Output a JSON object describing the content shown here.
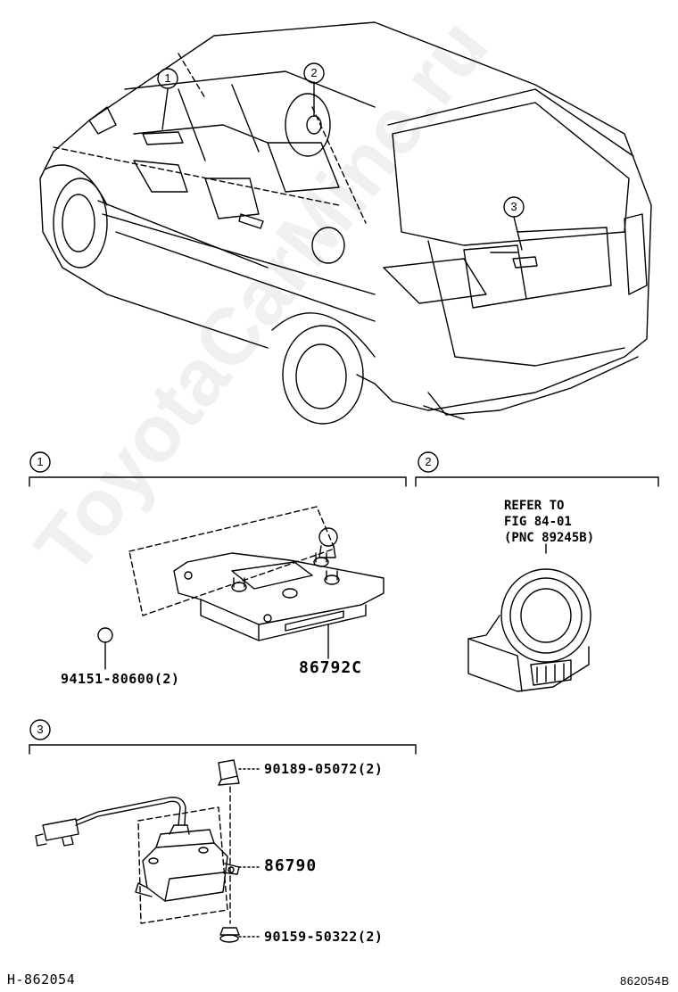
{
  "callouts": {
    "c1": "1",
    "c2": "2",
    "c3": "3"
  },
  "sections": {
    "s1": {
      "number": "1"
    },
    "s2": {
      "number": "2"
    },
    "s3": {
      "number": "3"
    }
  },
  "parts": {
    "p_94151": "94151-80600(2)",
    "p_86792C": "86792C",
    "p_90189": "90189-05072(2)",
    "p_86790": "86790",
    "p_90159": "90159-50322(2)"
  },
  "refer": {
    "line1": "REFER TO",
    "line2": "FIG 84-01",
    "line3": "(PNC 89245B)"
  },
  "footer": {
    "left_code": "H-862054",
    "right_code": "862054B"
  },
  "watermark": "ToyotaCarMine.ru"
}
